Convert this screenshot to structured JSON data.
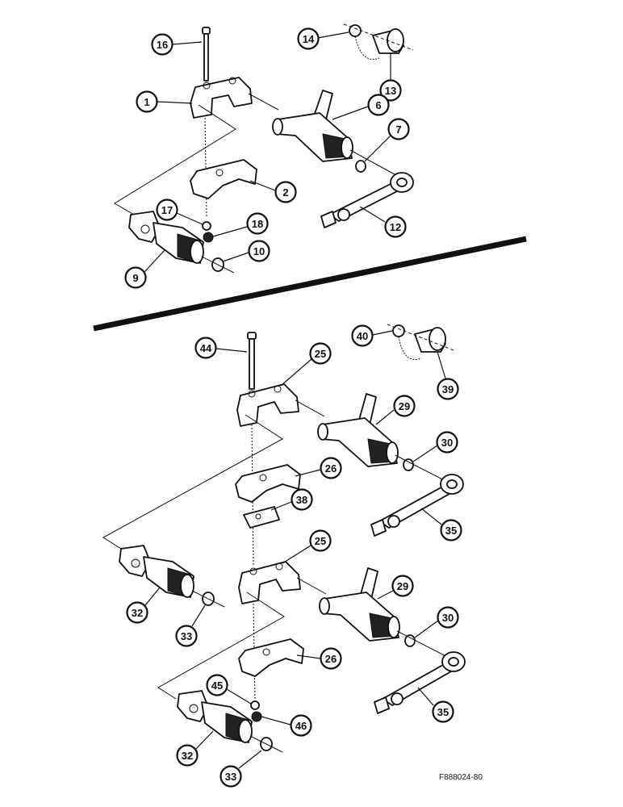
{
  "figure_ref": "F888024-80",
  "callouts": {
    "c16": "16",
    "c14": "14",
    "c13": "13",
    "c1": "1",
    "c6": "6",
    "c7": "7",
    "c2": "2",
    "c17": "17",
    "c18": "18",
    "c12": "12",
    "c10": "10",
    "c9": "9",
    "c44": "44",
    "c40": "40",
    "c25a": "25",
    "c39": "39",
    "c29a": "29",
    "c30a": "30",
    "c26a": "26",
    "c38": "38",
    "c35a": "35",
    "c25b": "25",
    "c32a": "32",
    "c33a": "33",
    "c29b": "29",
    "c30b": "30",
    "c26b": "26",
    "c45": "45",
    "c46": "46",
    "c35b": "35",
    "c32b": "32",
    "c33b": "33"
  }
}
